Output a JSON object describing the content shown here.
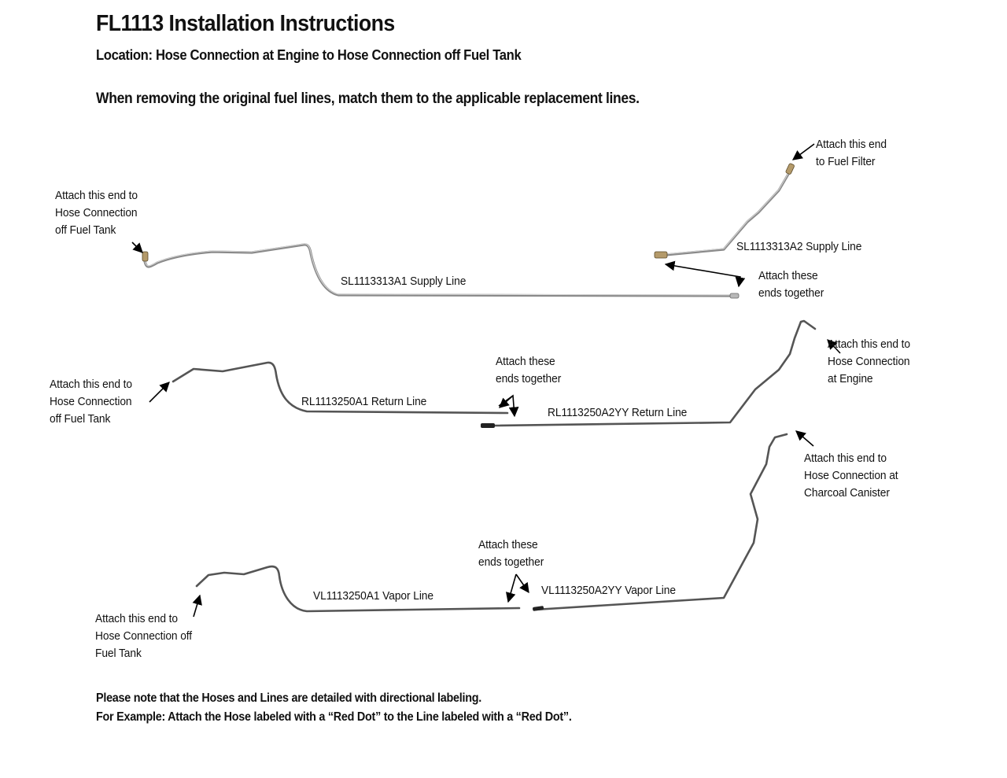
{
  "document": {
    "title": "FL1113 Installation Instructions",
    "location": "Location: Hose Connection at Engine to Hose Connection off Fuel Tank",
    "intro": "When removing the original fuel lines, match them to the applicable replacement lines.",
    "notes": [
      "Please note that the Hoses and Lines are detailed with directional labeling.",
      "For Example: Attach the Hose labeled with a “Red Dot” to the Line labeled with a “Red Dot”."
    ]
  },
  "supply": {
    "line_a1": "SL1113313A1 Supply Line",
    "line_a2": "SL1113313A2 Supply Line",
    "tank_callout": [
      "Attach this end to",
      "Hose Connection",
      "off Fuel Tank"
    ],
    "filter_callout": [
      "Attach this end",
      "to Fuel Filter"
    ],
    "join_callout": [
      "Attach these",
      "ends together"
    ]
  },
  "return": {
    "line_a1": "RL1113250A1 Return Line",
    "line_a2": "RL1113250A2YY Return Line",
    "tank_callout": [
      "Attach this end to",
      "Hose Connection",
      "off Fuel Tank"
    ],
    "engine_callout": [
      "Attach this end to",
      "Hose Connection",
      "at Engine"
    ],
    "join_callout": [
      "Attach these",
      "ends together"
    ]
  },
  "vapor": {
    "line_a1": "VL1113250A1 Vapor Line",
    "line_a2": "VL1113250A2YY Vapor Line",
    "tank_callout": [
      "Attach this end to",
      "Hose Connection off",
      "Fuel Tank"
    ],
    "canister_callout": [
      "Attach this end to",
      "Hose Connection at",
      "Charcoal Canister"
    ],
    "join_callout": [
      "Attach these",
      "ends together"
    ]
  }
}
